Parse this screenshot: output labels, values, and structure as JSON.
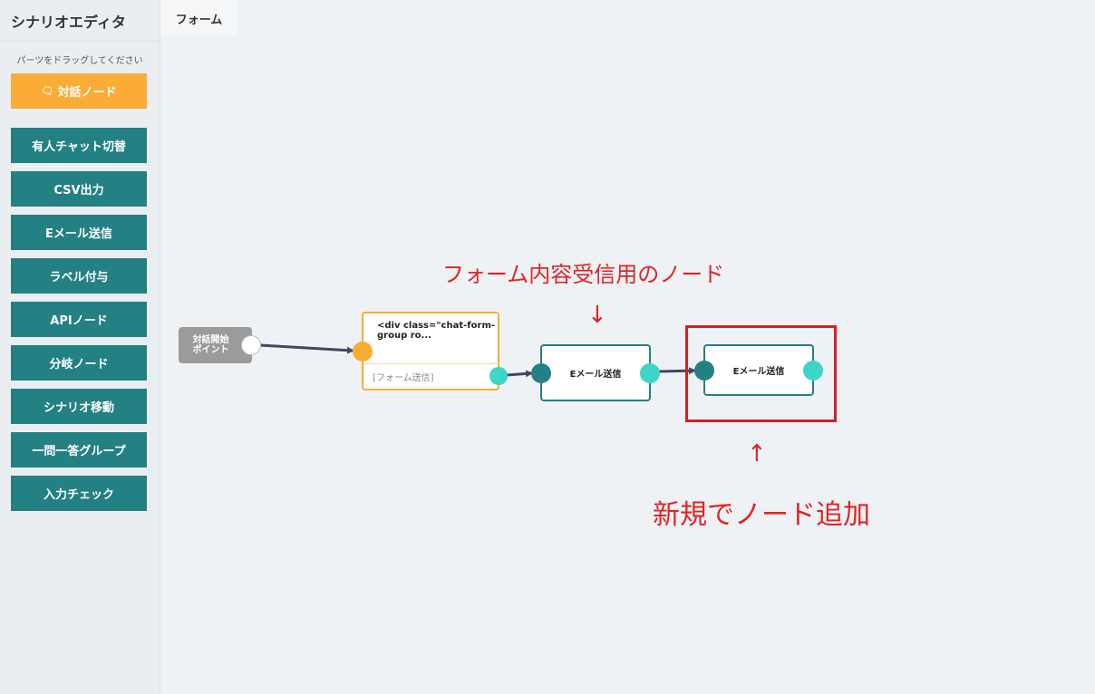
{
  "sidebar": {
    "title": "シナリオエディタ",
    "hint": "パーツをドラッグしてください",
    "items": [
      {
        "label": "対話ノード",
        "icon": "chat-bubbles-icon"
      },
      {
        "label": "有人チャット切替"
      },
      {
        "label": "CSV出力"
      },
      {
        "label": "Eメール送信"
      },
      {
        "label": "ラベル付与"
      },
      {
        "label": "APIノード"
      },
      {
        "label": "分岐ノード"
      },
      {
        "label": "シナリオ移動"
      },
      {
        "label": "一問一答グループ"
      },
      {
        "label": "入力チェック"
      }
    ]
  },
  "tabs": [
    {
      "label": "フォーム"
    }
  ],
  "canvas": {
    "start_node": {
      "label": "対話開始\nポイント"
    },
    "form_node": {
      "text": "<div class=\"chat-form-group ro...",
      "footer": "[フォーム送信]"
    },
    "email_node_1": {
      "label": "Eメール送信"
    },
    "email_node_2": {
      "label": "Eメール送信"
    }
  },
  "annotations": {
    "top_label": "フォーム内容受信用のノード",
    "top_arrow": "↓",
    "bottom_arrow": "↑",
    "bottom_label": "新規でノード追加"
  },
  "colors": {
    "teal": "#238083",
    "orange": "#fbac36",
    "port_cyan": "#3dd5c5",
    "annotation_red": "#e02323"
  }
}
